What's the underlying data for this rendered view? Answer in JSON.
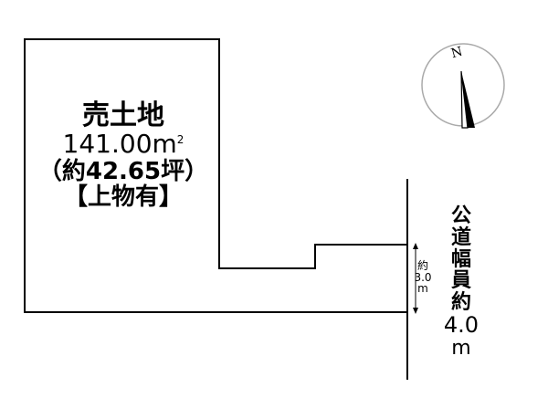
{
  "lot": {
    "title": "売土地",
    "area_value": "141.00m",
    "area_superscript": "2",
    "tsubo": "（約42.65坪）",
    "note": "【上物有】"
  },
  "frontage": {
    "line1": "約",
    "line2": "3.0",
    "line3": "m"
  },
  "road": {
    "chars": [
      "公",
      "道",
      "幅",
      "員",
      "約"
    ],
    "width_value": "4.0",
    "width_unit": "m"
  },
  "compass": {
    "north_label": "N"
  },
  "colors": {
    "line": "#000000",
    "background": "#ffffff",
    "compass_ring": "#aaaaaa"
  }
}
